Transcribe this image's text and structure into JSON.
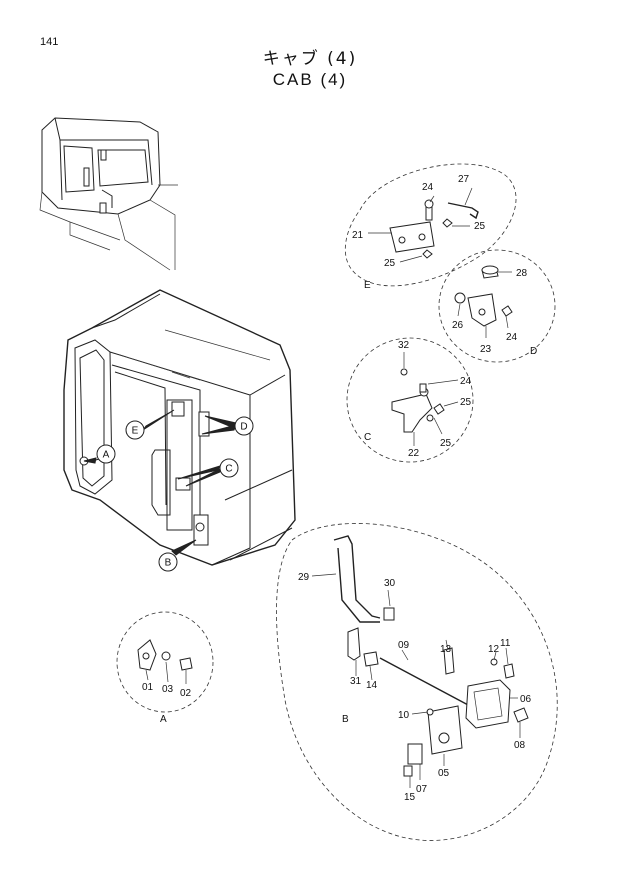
{
  "page": {
    "number": "141"
  },
  "title": {
    "japanese": "キャブ (4)",
    "english": "CAB (4)"
  },
  "callouts": {
    "a": "A",
    "b": "B",
    "c": "C",
    "d": "D",
    "e": "E"
  },
  "views": {
    "e": "E",
    "d": "D",
    "c": "C",
    "a": "A",
    "b": "B"
  },
  "parts": {
    "p01": "01",
    "p02": "02",
    "p03": "03",
    "p05": "05",
    "p06": "06",
    "p07": "07",
    "p08": "08",
    "p09": "09",
    "p10": "10",
    "p11": "11",
    "p12": "12",
    "p13": "13",
    "p14": "14",
    "p15": "15",
    "p21": "21",
    "p22": "22",
    "p23": "23",
    "p24": "24",
    "p24b": "24",
    "p24c": "24",
    "p25": "25",
    "p25b": "25",
    "p25c": "25",
    "p25d": "25",
    "p26": "26",
    "p27": "27",
    "p28": "28",
    "p29": "29",
    "p30": "30",
    "p31": "31",
    "p32": "32"
  }
}
